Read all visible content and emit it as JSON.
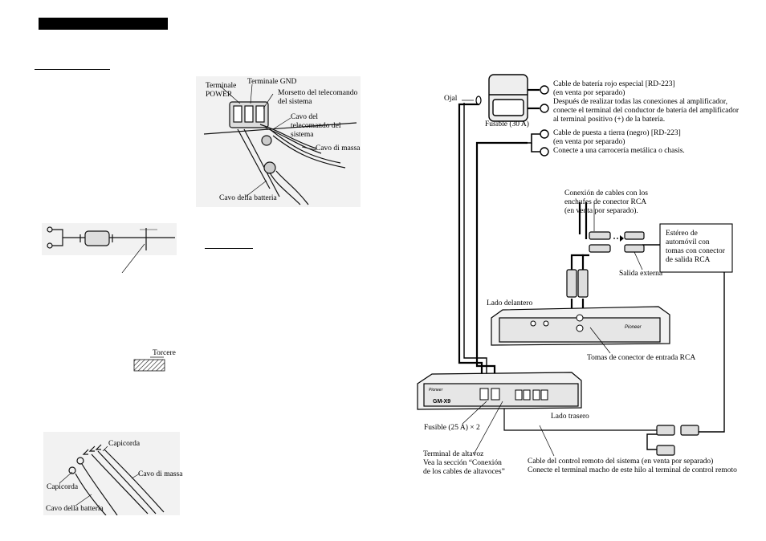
{
  "colors": {
    "header_bar": "#000000",
    "figure_bg": "#f2f2f2",
    "page": "#ffffff"
  },
  "left": {
    "fig1": {
      "terminale_power": [
        "Terminale",
        "POWER"
      ],
      "terminale_gnd": "Terminale GND",
      "morsetto": [
        "Morsetto del telecomando",
        "del sistema"
      ],
      "cavo_telecomando": [
        "Cavo del",
        "telecomando del",
        "sistema"
      ],
      "cavo_massa": "Cavo di massa",
      "cavo_batteria": "Cavo della batteria"
    },
    "fig3": {
      "torcere": "Torcere"
    },
    "fig4": {
      "capicorda_top": "Capicorda",
      "cavo_massa": "Cavo di massa",
      "capicorda_left": "Capicorda",
      "cavo_batteria": "Cavo della batteria"
    }
  },
  "right": {
    "ojal": "Ojal",
    "fusible_30": "Fusible (30 A)",
    "battery_cable": [
      "Cable de batería rojo especial [RD-223]",
      "(en venta por separado)",
      "Después de realizar todas las conexiones al amplificador,",
      "conecte el terminal del conductor de batería del amplificador",
      "al terminal positivo (+) de la batería."
    ],
    "ground_cable": [
      "Cable de puesta a tierra (negro) [RD-223]",
      "(en venta por separado)",
      "Conecte a una carrocería metálica o chasis."
    ],
    "rca_connection": [
      "Conexión de cables con los",
      "enchufes de conector RCA",
      "(en venta por separado)."
    ],
    "stereo_box": [
      "Estéreo de",
      "automóvil con",
      "tomas con conector",
      "de salida RCA"
    ],
    "salida_externa": "Salida externa",
    "lado_delantero": "Lado delantero",
    "tomas_entrada": "Tomas de conector de entrada RCA",
    "lado_trasero": "Lado trasero",
    "fusible_25": "Fusible (25 A) × 2",
    "terminal_altavoz": [
      "Terminal de altavoz",
      "Vea la sección “Conexión",
      "de los cables de altavoces”"
    ],
    "remote_cable": [
      "Cable del control remoto del sistema (en venta por separado)",
      "Conecte el terminal macho de este hilo al terminal de control remoto"
    ],
    "amp_model": "GM-X9",
    "brand": "Pioneer"
  }
}
